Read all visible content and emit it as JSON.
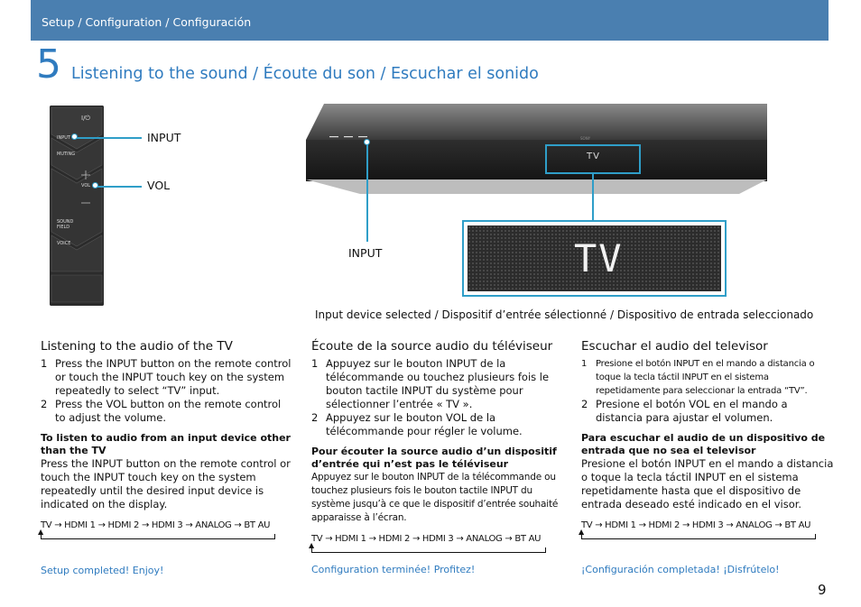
{
  "header": {
    "breadcrumb": "Setup / Configuration / Configuración"
  },
  "step": {
    "number": "5",
    "title": "Listening to the sound / Écoute du son / Escuchar el sonido"
  },
  "remote": {
    "power_label": "I/⏻",
    "buttons": [
      "INPUT",
      "MUTING",
      "VOL",
      "SOUND FIELD",
      "VOICE"
    ],
    "callouts": [
      "INPUT",
      "VOL"
    ]
  },
  "soundbar": {
    "brand": "SONY",
    "display_text": "TV",
    "callout": "INPUT",
    "zoom_text": "TV",
    "caption": "Input device selected / Dispositif d’entrée sélectionné / Dispositivo de entrada seleccionado"
  },
  "columns": [
    {
      "title": "Listening to the audio of the TV",
      "steps": [
        {
          "n": "1",
          "text": "Press the INPUT button on the remote control or touch the INPUT touch key on the system repeatedly to select “TV” input."
        },
        {
          "n": "2",
          "text": "Press the VOL button on the remote control to adjust the volume."
        }
      ],
      "sub_title": "To listen to audio from an input device other than the TV",
      "sub_text": "Press the INPUT button on the remote control or touch the INPUT touch key on the system repeatedly until the desired input device is indicated on the display.",
      "sequence": "TV → HDMI 1 → HDMI 2 → HDMI 3 → ANALOG → BT AU",
      "done": "Setup completed! Enjoy!"
    },
    {
      "title": "Écoute de la source audio du téléviseur",
      "steps": [
        {
          "n": "1",
          "text": "Appuyez sur le bouton INPUT de la télécommande ou touchez plusieurs fois le bouton tactile INPUT du système pour sélectionner l’entrée « TV »."
        },
        {
          "n": "2",
          "text": "Appuyez sur le bouton VOL de la télécommande pour régler le volume."
        }
      ],
      "sub_title": "Pour écouter la source audio d’un dispositif d’entrée qui n’est pas le téléviseur",
      "sub_text": "Appuyez sur le bouton INPUT de la télécommande ou touchez plusieurs fois le bouton tactile INPUT du système jusqu’à ce que le dispositif d’entrée souhaité apparaisse à l’écran.",
      "sequence": "TV → HDMI 1 → HDMI 2 → HDMI 3 → ANALOG → BT AU",
      "done": "Configuration terminée! Profitez!"
    },
    {
      "title": "Escuchar el audio del televisor",
      "steps": [
        {
          "n": "1",
          "text": "Presione el botón INPUT en el mando a distancia o toque la tecla táctil INPUT en el sistema repetidamente para seleccionar la entrada “TV”."
        },
        {
          "n": "2",
          "text": "Presione el botón VOL en el mando a distancia para ajustar el volumen."
        }
      ],
      "sub_title": "Para escuchar el audio de un dispositivo de entrada que no sea el televisor",
      "sub_text": "Presione el botón INPUT en el mando a distancia o toque la tecla táctil INPUT en el sistema repetidamente hasta que el dispositivo de entrada deseado esté indicado en el visor.",
      "sequence": "TV → HDMI 1 → HDMI 2 → HDMI 3 → ANALOG → BT AU",
      "done": "¡Configuración completada! ¡Disfrútelo!"
    }
  ],
  "page_number": "9",
  "colors": {
    "header_bar": "#4a7fb0",
    "accent_blue": "#2f7bbf",
    "callout": "#2f9ec8"
  }
}
